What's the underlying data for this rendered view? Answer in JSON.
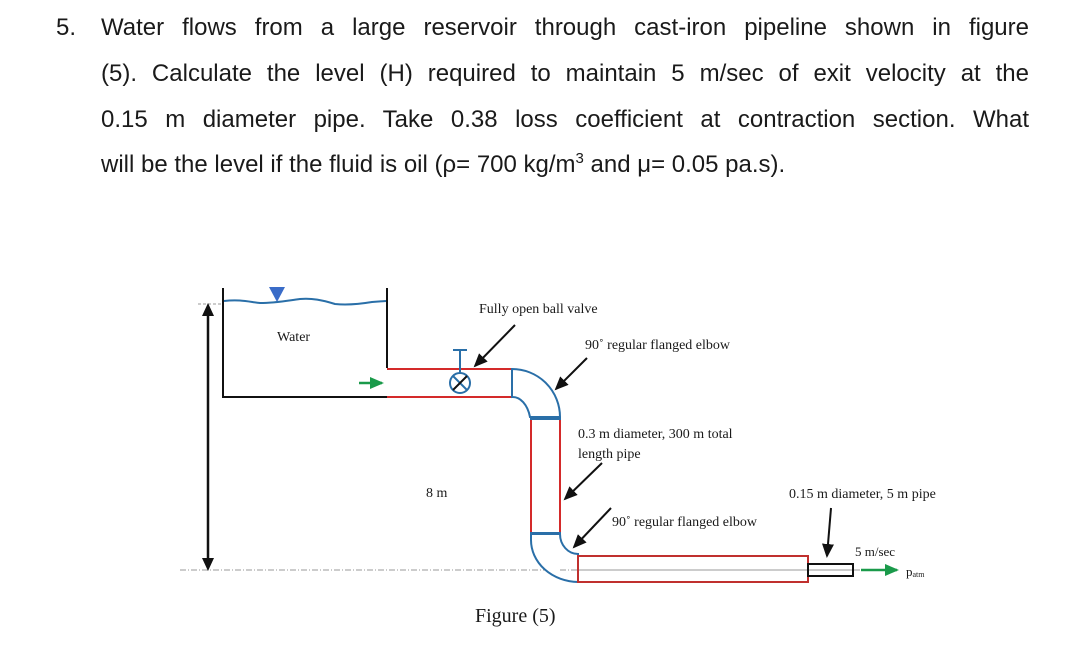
{
  "question": {
    "number": "5.",
    "line1": "Water flows from a large reservoir through cast-iron pipeline shown in figure",
    "line2": "(5). Calculate the level (H) required to maintain 5 m/sec of exit velocity at the",
    "line3": "0.15 m diameter pipe. Take 0.38 loss coefficient at contraction section. What",
    "line4_before_sup": "will be the level if the fluid is oil (ρ= 700 kg/m",
    "line4_sup": "3",
    "line4_after_sup": " and μ= 0.05 pa.s)."
  },
  "figure": {
    "caption": "Figure (5)",
    "labels": {
      "reservoir": "Water",
      "valve": "Fully open ball valve",
      "elbow_top": "90˚ regular flanged elbow",
      "pipe_large_line1": "0.3 m diameter, 300 m total",
      "pipe_large_line2": "length pipe",
      "elevation": "8 m",
      "elbow_bottom": "90˚ regular flanged elbow",
      "pipe_small": "0.15 m diameter, 5 m pipe",
      "exit_velocity": "5 m/sec",
      "exit_pressure_main": "p",
      "exit_pressure_sub": "atm"
    },
    "colors": {
      "pipe": "#d42a2a",
      "fitting": "#2a6fa8",
      "water_surface": "#2a6fa8",
      "water_marker": "#3a6cc8",
      "flow_arrow": "#1a9a4a",
      "outline": "#111111",
      "datum": "#9a9a9a"
    }
  }
}
